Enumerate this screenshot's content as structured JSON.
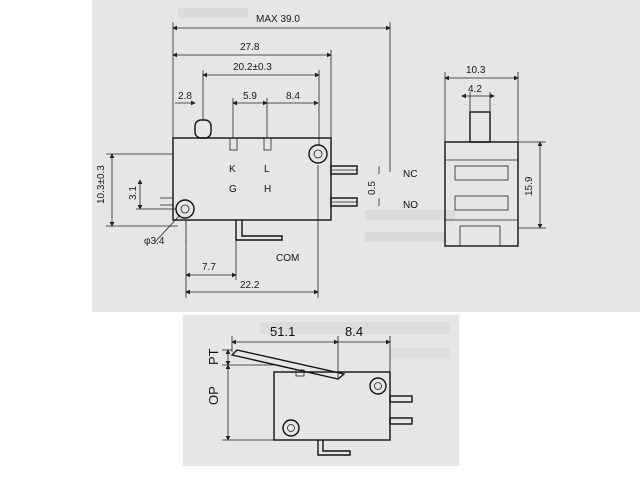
{
  "top_view": {
    "dims": {
      "max_length": "MAX 39.0",
      "overall_length": "27.8",
      "terminal_span": "20.2±0.3",
      "offset_a": "2.8",
      "spacing_kl": "5.9",
      "offset_b": "8.4",
      "height_tolerance": "10.3±0.3",
      "hole_offset": "3.1",
      "hole_diameter": "φ3.4",
      "com_offset": "7.7",
      "base_length": "22.2",
      "terminal_gap": "0.5"
    },
    "labels": {
      "k": "K",
      "l": "L",
      "g": "G",
      "h": "H",
      "nc": "NC",
      "no": "NO",
      "com": "COM"
    }
  },
  "side_view": {
    "dims": {
      "width_total": "10.3",
      "width_inner": "4.2",
      "height": "15.9"
    }
  },
  "lever_view": {
    "dims": {
      "lever_length": "51.1",
      "lever_offset": "8.4",
      "pt": "PT",
      "op": "OP"
    }
  }
}
